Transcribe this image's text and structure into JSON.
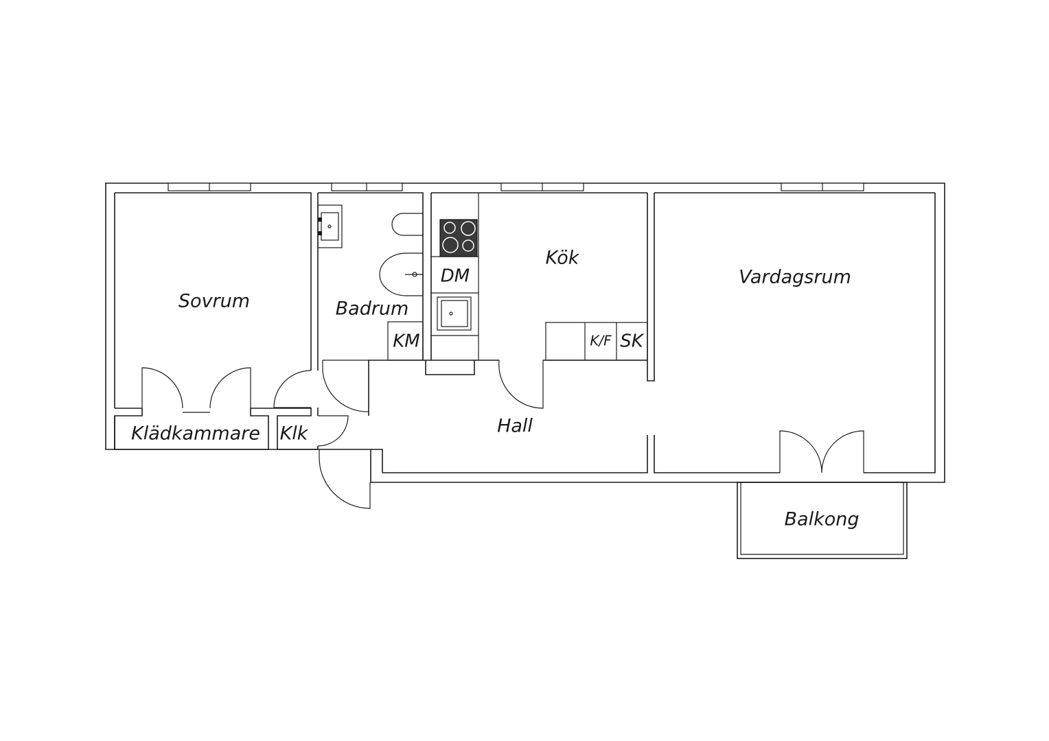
{
  "rooms": {
    "sovrum": "Sovrum",
    "badrum": "Badrum",
    "kok": "Kök",
    "vardagsrum": "Vardagsrum",
    "kladkammare": "Klädkammare",
    "klk": "Klk",
    "hall": "Hall",
    "balkong": "Balkong"
  },
  "fixtures": {
    "dm": "DM",
    "km": "KM",
    "kf": "K/F",
    "sk": "SK"
  },
  "colors": {
    "line": "#1a1a1a",
    "background": "#ffffff",
    "stove": "#3a3a3a"
  }
}
